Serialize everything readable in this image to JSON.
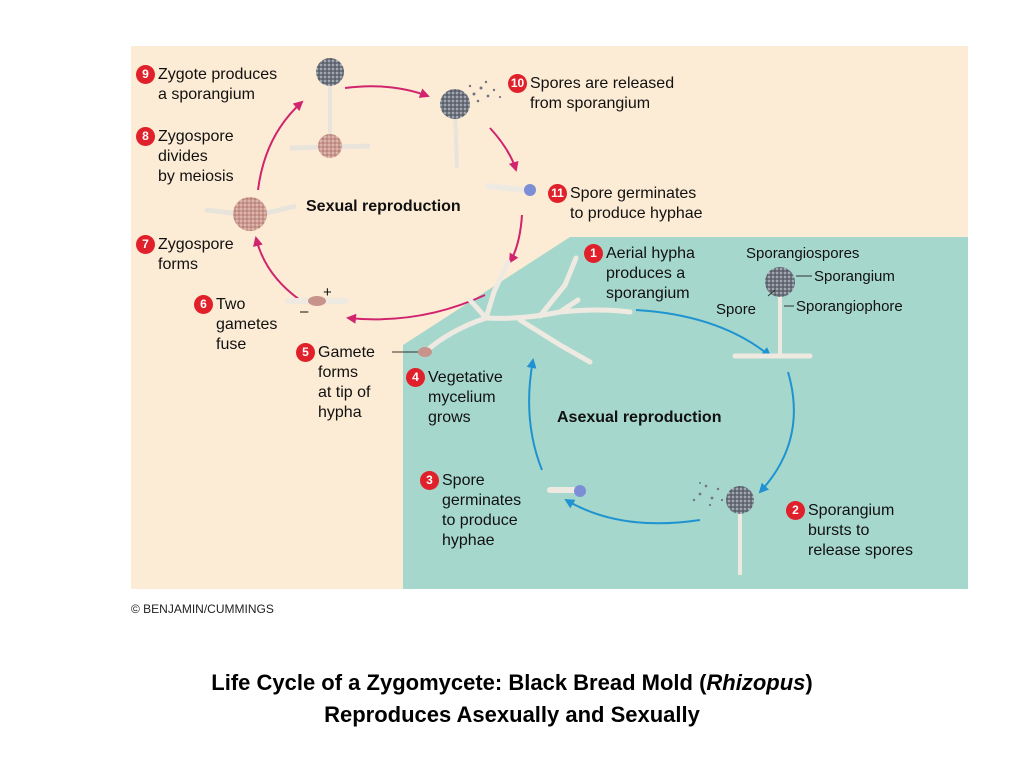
{
  "colors": {
    "sexual_bg": "#fdecd5",
    "asexual_bg": "#a6d7cc",
    "sexual_arrow": "#d0246e",
    "asexual_arrow": "#1f93d1",
    "step_badge": "#e0202a"
  },
  "cycles": {
    "sexual": "Sexual reproduction",
    "asexual": "Asexual reproduction"
  },
  "steps": [
    {
      "num": "1",
      "lines": [
        "Aerial hypha",
        "produces a",
        "sporangium"
      ]
    },
    {
      "num": "2",
      "lines": [
        "Sporangium",
        "bursts to",
        "release spores"
      ]
    },
    {
      "num": "3",
      "lines": [
        "Spore",
        "germinates",
        "to produce",
        "hyphae"
      ]
    },
    {
      "num": "4",
      "lines": [
        "Vegetative",
        "mycelium",
        "grows"
      ]
    },
    {
      "num": "5",
      "lines": [
        "Gamete",
        "forms",
        "at tip of",
        "hypha"
      ]
    },
    {
      "num": "6",
      "lines": [
        "Two",
        "gametes",
        "fuse"
      ]
    },
    {
      "num": "7",
      "lines": [
        "Zygospore",
        "forms"
      ]
    },
    {
      "num": "8",
      "lines": [
        "Zygospore",
        "divides",
        "by meiosis"
      ]
    },
    {
      "num": "9",
      "lines": [
        "Zygote produces",
        "a sporangium"
      ]
    },
    {
      "num": "10",
      "lines": [
        "Spores are released",
        "from sporangium"
      ]
    },
    {
      "num": "11",
      "lines": [
        "Spore germinates",
        "to produce hyphae"
      ]
    }
  ],
  "structure_labels": {
    "sporangiospores": "Sporangiospores",
    "sporangium": "Sporangium",
    "spore": "Spore",
    "sporangiophore": "Sporangiophore",
    "plus": "+",
    "minus": "–"
  },
  "copyright": "© BENJAMIN/CUMMINGS",
  "caption": {
    "line1_pre": "Life Cycle of a Zygomycete: Black Bread Mold (",
    "line1_italic": "Rhizopus",
    "line1_post": ")",
    "line2": "Reproduces Asexually and Sexually"
  }
}
